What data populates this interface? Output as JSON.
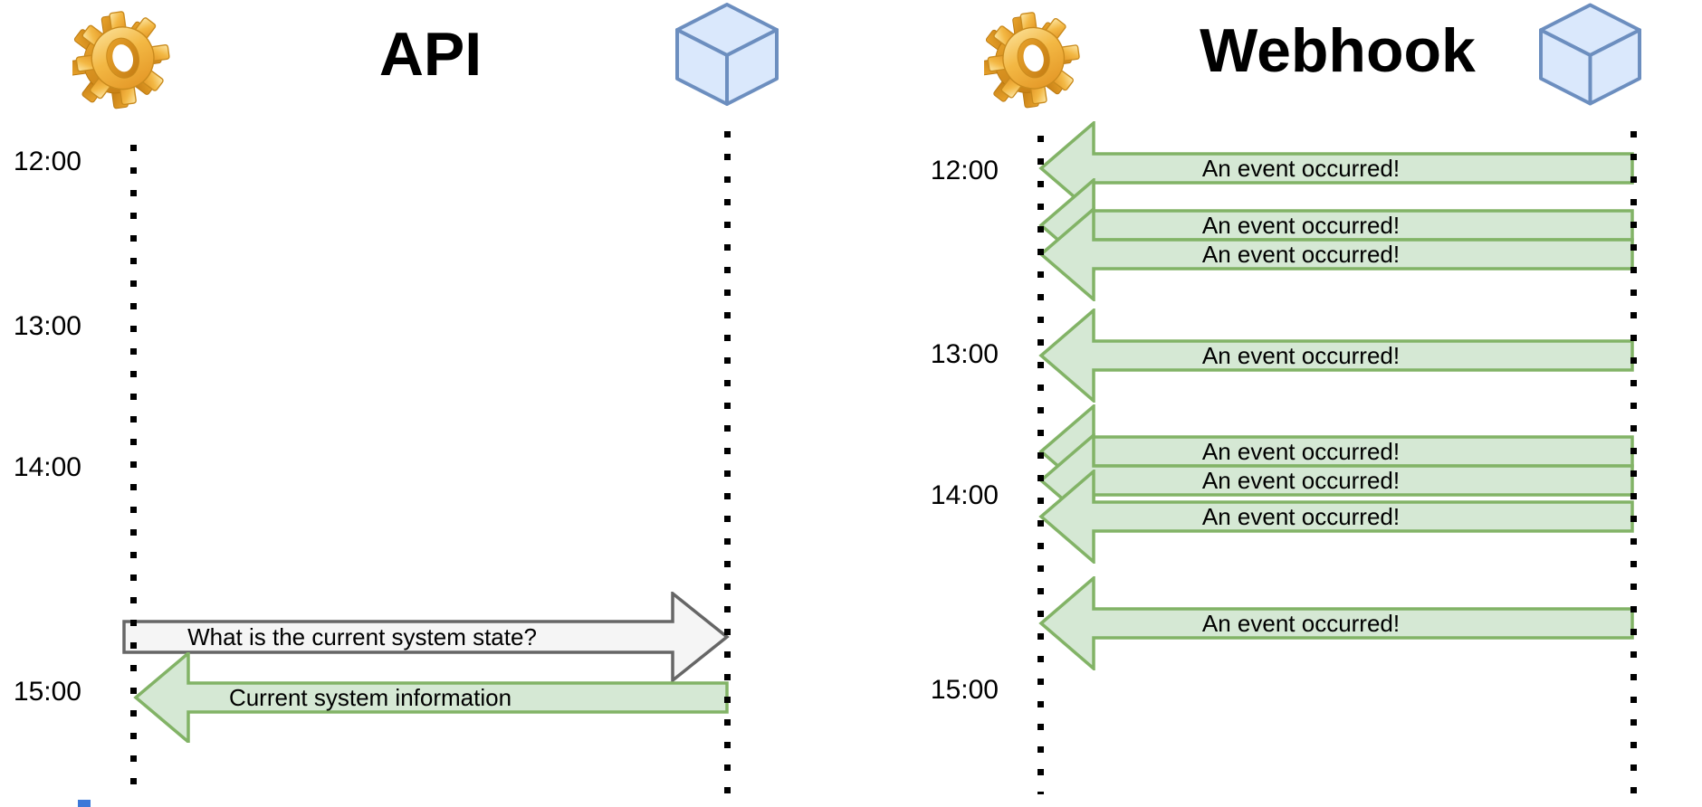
{
  "colors": {
    "green_fill": "#d5e8d4",
    "green_stroke": "#82b366",
    "gray_fill": "#f5f5f5",
    "gray_stroke": "#666666",
    "cube_fill": "#dae8fc",
    "cube_stroke": "#6c8ebf",
    "gear_gold": "#f3b844",
    "text": "#000000",
    "lifeline_dots": "#000000"
  },
  "api_panel": {
    "title": "API",
    "time_labels": [
      "12:00",
      "13:00",
      "14:00",
      "15:00"
    ],
    "request_message": "What is the current system state?",
    "response_message": "Current system information"
  },
  "webhook_panel": {
    "title": "Webhook",
    "time_labels": [
      "12:00",
      "13:00",
      "14:00",
      "15:00"
    ],
    "event_message": "An event occurred!",
    "event_count": 8
  }
}
